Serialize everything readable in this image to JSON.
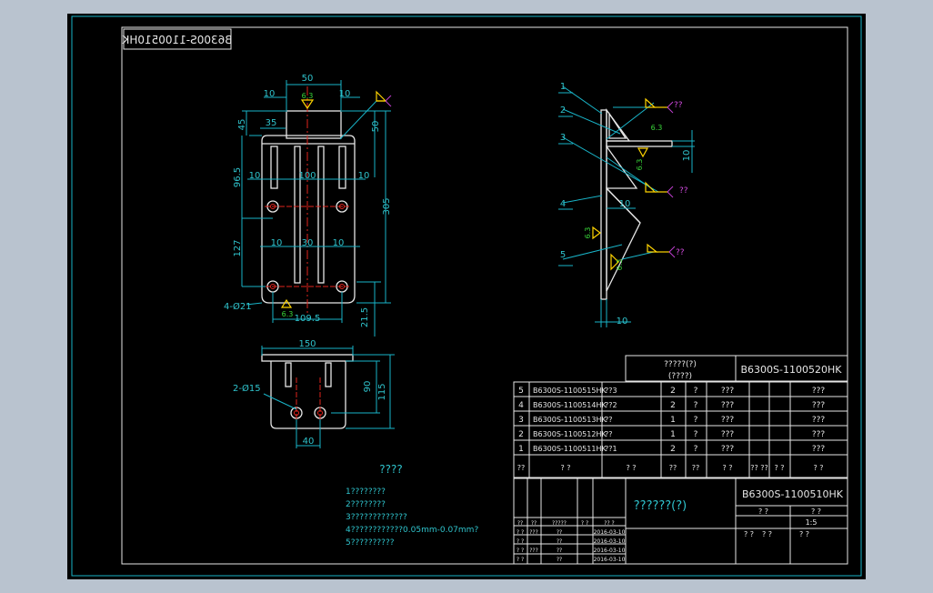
{
  "drawing": {
    "mirrored_title": "B6300S-1100510HK",
    "front_view_dims": {
      "d50": "50",
      "d10_left": "10",
      "d10_right": "10",
      "d45": "45",
      "d35": "35",
      "d50_right": "50",
      "d96_5": "96.5",
      "d10_a": "10",
      "d100": "100",
      "d10_b": "10",
      "d305": "305",
      "d127": "127",
      "d10_c": "10",
      "d30": "30",
      "d10_d": "10",
      "d109_5": "109.5",
      "d21_5": "21.5",
      "holes": "4-Ø21",
      "weld_top": "6.3",
      "weld_bottom": "6.3"
    },
    "bottom_view_dims": {
      "d150": "150",
      "d90": "90",
      "d115": "115",
      "d40": "40",
      "holes": "2-Ø15"
    },
    "side_view": {
      "balloons": [
        "1",
        "2",
        "3",
        "4",
        "5"
      ],
      "d10_a": "10",
      "d10_b": "10",
      "d10_c": "10",
      "weld_labels": [
        "6.3",
        "6.3",
        "6.3",
        "6.3"
      ],
      "mark": "??"
    },
    "notes": {
      "heading": "????",
      "lines": [
        "1????????",
        "2????????",
        "3?????????????",
        "4????????????0.05mm-0.07mm?",
        "5??????????"
      ]
    }
  },
  "parts_list": {
    "header_name": "?????(?)",
    "header_name2": "(????)",
    "header_code": "B6300S-1100520HK",
    "rows": [
      {
        "no": "5",
        "code": "B6300S-1100515HK",
        "name": "??3",
        "qty": "2",
        "mat": "?",
        "c1": "???",
        "c2": "???"
      },
      {
        "no": "4",
        "code": "B6300S-1100514HK",
        "name": "??2",
        "qty": "2",
        "mat": "?",
        "c1": "???",
        "c2": "???"
      },
      {
        "no": "3",
        "code": "B6300S-1100513HK",
        "name": "??",
        "qty": "1",
        "mat": "?",
        "c1": "???",
        "c2": "???"
      },
      {
        "no": "2",
        "code": "B6300S-1100512HK",
        "name": "??",
        "qty": "1",
        "mat": "?",
        "c1": "???",
        "c2": "???"
      },
      {
        "no": "1",
        "code": "B6300S-1100511HK",
        "name": "??1",
        "qty": "2",
        "mat": "?",
        "c1": "???",
        "c2": "???"
      }
    ],
    "header_row": [
      "??",
      "? ?",
      "? ?",
      "??",
      "??",
      "? ?",
      "?? ??",
      "? ?",
      "? ?"
    ]
  },
  "title_block": {
    "name": "??????(?)",
    "code": "B6300S-1100510HK",
    "scale_label": "1:5",
    "small": [
      "? ?",
      "? ?",
      "? ?",
      "? ?",
      "? ?"
    ],
    "sign_rows": [
      [
        "??",
        "??",
        "?????",
        "? ?",
        "?? ?"
      ],
      [
        "? ?",
        "???",
        "??",
        "2016-03-10"
      ],
      [
        "? ?",
        "",
        "??",
        "2016-03-10"
      ],
      [
        "? ?",
        "???",
        "??",
        "2016-03-10"
      ],
      [
        "? ?",
        "",
        "??",
        "2016-03-10"
      ]
    ]
  }
}
